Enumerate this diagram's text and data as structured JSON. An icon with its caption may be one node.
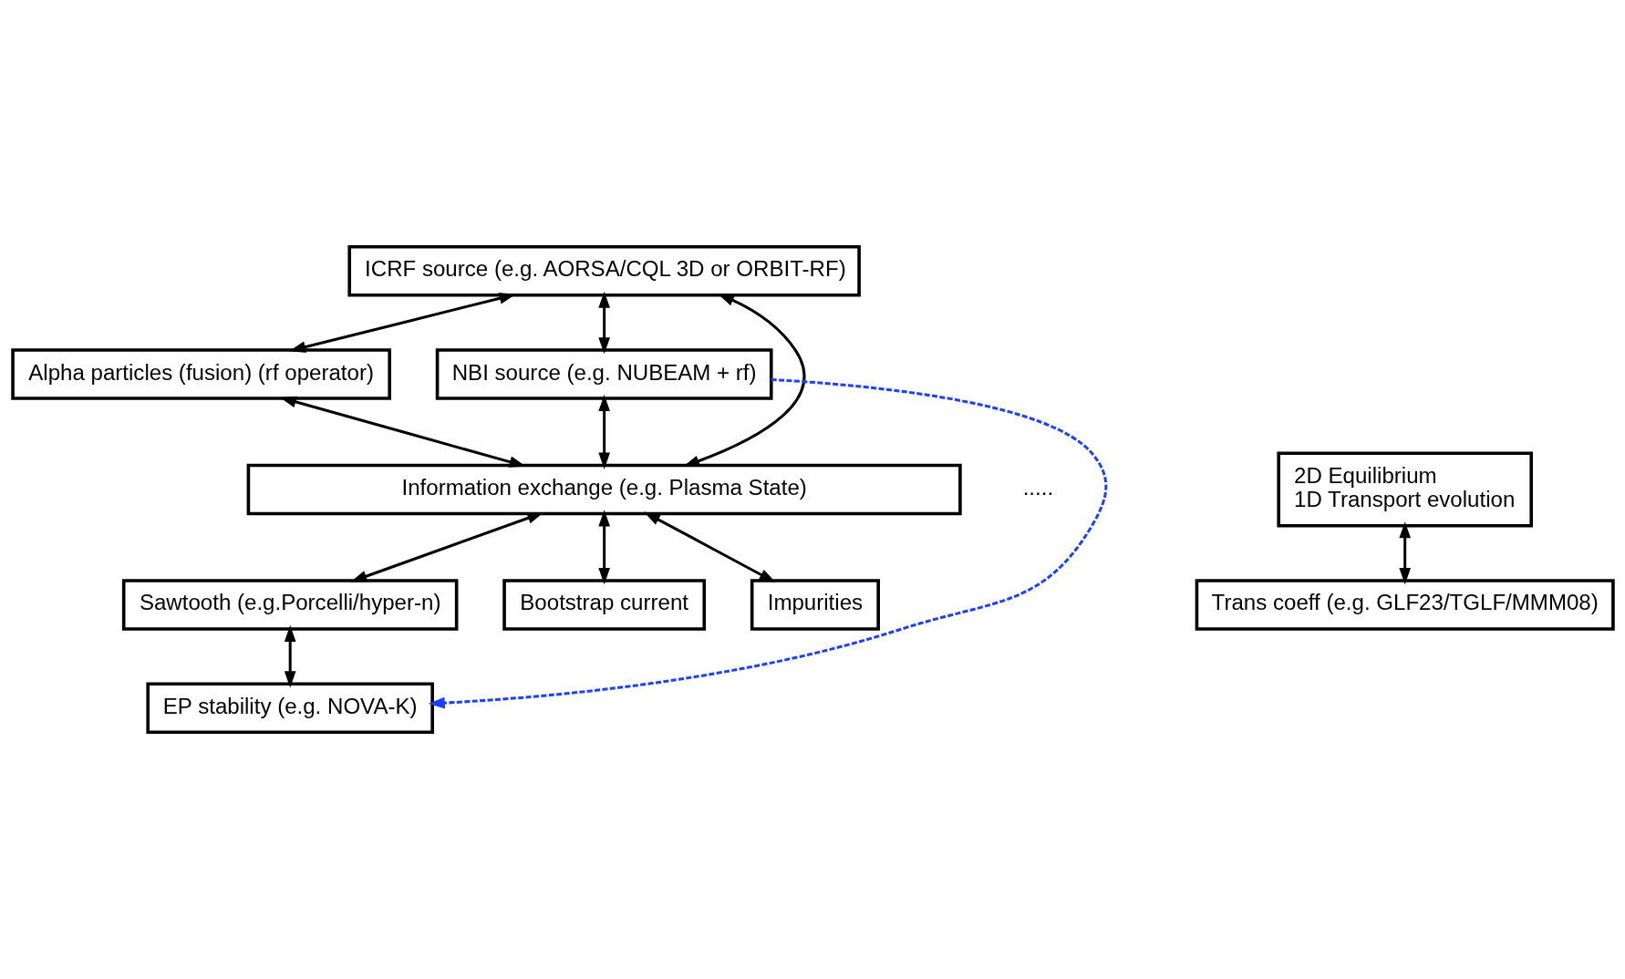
{
  "diagram": {
    "nodes": [
      {
        "text": [
          "ICRF source (e.g. AORSA/CQL 3D or ORBIT-RF)"
        ]
      },
      {
        "text": [
          "Alpha particles (fusion) (rf operator)"
        ]
      },
      {
        "text": [
          "NBI source (e.g. NUBEAM + rf)"
        ]
      },
      {
        "text": [
          "2D Equilibrium",
          "1D Transport evolution"
        ]
      },
      {
        "text": [
          "Information exchange (e.g. Plasma State)"
        ]
      },
      {
        "text": [
          "Sawtooth (e.g.Porcelli/hyper-n)"
        ]
      },
      {
        "text": [
          "Bootstrap current"
        ]
      },
      {
        "text": [
          "Impurities"
        ]
      },
      {
        "text": [
          "Trans coeff (e.g. GLF23/TGLF/MMM08)"
        ]
      },
      {
        "text": [
          "EP stability (e.g. NOVA-K)"
        ]
      }
    ],
    "edges": [
      {
        "from": 0,
        "to": 1,
        "arrow": "both"
      },
      {
        "from": 0,
        "to": 2,
        "arrow": "both"
      },
      {
        "from": 0,
        "to": 4,
        "arrow": "both"
      },
      {
        "from": 2,
        "to": 4,
        "arrow": "both"
      },
      {
        "from": 1,
        "to": 4,
        "arrow": "both"
      },
      {
        "from": 4,
        "to": 6,
        "arrow": "both"
      },
      {
        "from": 4,
        "to": 5,
        "arrow": "both"
      },
      {
        "from": 4,
        "to": 7,
        "arrow": "both"
      },
      {
        "from": 3,
        "to": 8,
        "arrow": "both"
      },
      {
        "from": 5,
        "to": 9,
        "arrow": "both"
      },
      {
        "from": 2,
        "to": 9,
        "arrow": "to",
        "style": "dashed",
        "color": "#1f3fff"
      }
    ],
    "labels": [
      "....."
    ]
  }
}
